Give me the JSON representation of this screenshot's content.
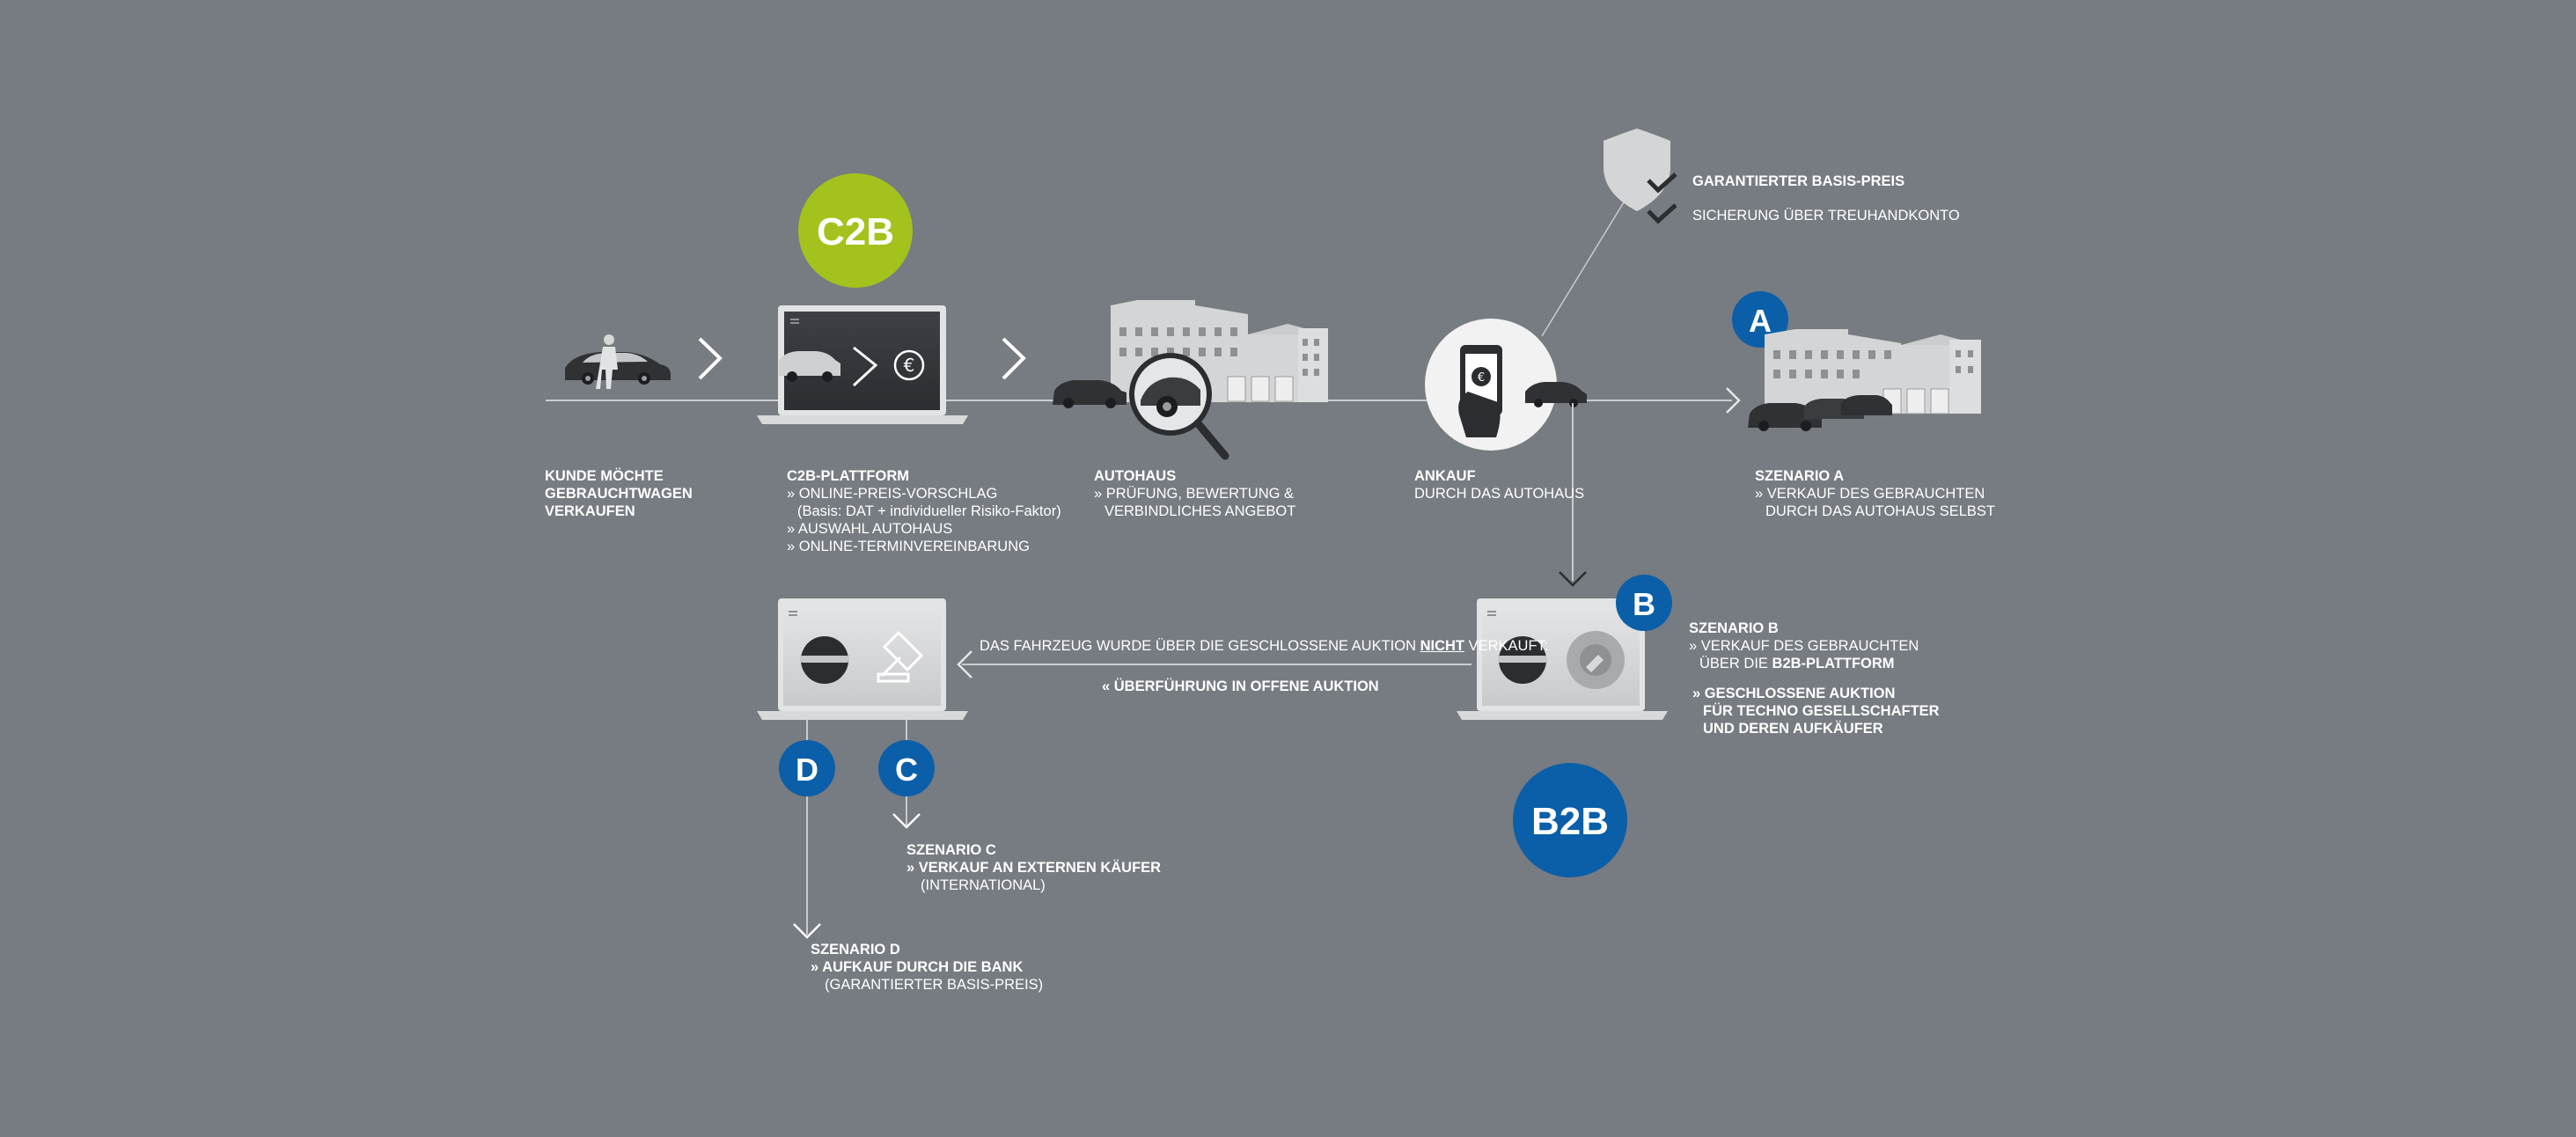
{
  "colors": {
    "background": "#777b82",
    "c2b_green": "#a4c21d",
    "b2b_blue": "#0a5fa8",
    "line": "#c9cbce",
    "building": "#d4d5d6"
  },
  "badges": {
    "c2b": "C2B",
    "b2b": "B2B",
    "a": "A",
    "b": "B",
    "c": "C",
    "d": "D"
  },
  "steps": {
    "kunde": {
      "lines": [
        "KUNDE MÖCHTE",
        "GEBRAUCHTWAGEN",
        "VERKAUFEN"
      ]
    },
    "c2b_plattform": {
      "title": "C2B-PLATTFORM",
      "items": [
        "» ONLINE-PREIS-VORSCHLAG",
        "(Basis: DAT + individueller Risiko-Faktor)",
        "» AUSWAHL AUTOHAUS",
        "» ONLINE-TERMINVEREINBARUNG"
      ]
    },
    "autohaus": {
      "title": "AUTOHAUS",
      "items": [
        "» PRÜFUNG, BEWERTUNG &",
        "VERBINDLICHES ANGEBOT"
      ]
    },
    "ankauf": {
      "title": "ANKAUF",
      "items": [
        "DURCH DAS AUTOHAUS"
      ]
    },
    "guarantee": {
      "item1": "GARANTIERTER BASIS-PREIS",
      "item2": "SICHERUNG ÜBER TREUHANDKONTO"
    },
    "szenario_a": {
      "title": "SZENARIO A",
      "items": [
        "» VERKAUF DES GEBRAUCHTEN",
        "DURCH DAS AUTOHAUS SELBST"
      ]
    },
    "szenario_b": {
      "title": "SZENARIO B",
      "line1": "» VERKAUF DES GEBRAUCHTEN",
      "line2_prefix": "ÜBER DIE ",
      "line2_bold": "B2B-PLATTFORM",
      "bold_items": [
        "» GESCHLOSSENE AUKTION",
        "FÜR TECHNO GESELLSCHAFTER",
        "UND DEREN AUFKÄUFER"
      ]
    },
    "auction_note": {
      "prefix": "DAS FAHRZEUG WURDE ÜBER DIE GESCHLOSSENE AUKTION ",
      "emph": "NICHT",
      "suffix": " VERKAUFT:"
    },
    "offene_auktion": "« ÜBERFÜHRUNG IN OFFENE AUKTION",
    "szenario_c": {
      "title": "SZENARIO C",
      "bold_item": "» VERKAUF AN EXTERNEN KÄUFER",
      "item": "(INTERNATIONAL)"
    },
    "szenario_d": {
      "title": "SZENARIO D",
      "bold_item": "» AUFKAUF DURCH DIE BANK",
      "item": "(GARANTIERTER BASIS-PREIS)"
    }
  }
}
